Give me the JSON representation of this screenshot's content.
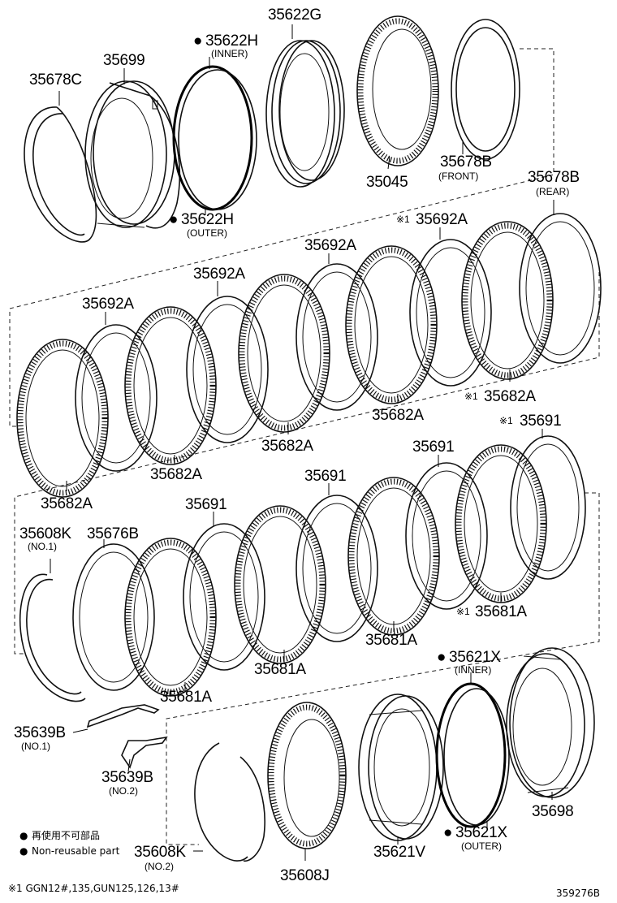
{
  "labels": {
    "p35678C": "35678C",
    "p35699": "35699",
    "p35622H_inner": "35622H",
    "p35622H_inner_note": "(INNER)",
    "p35622G": "35622G",
    "p35622H_outer": "35622H",
    "p35622H_outer_note": "(OUTER)",
    "p35045": "35045",
    "p35678B_front": "35678B",
    "p35678B_front_note": "(FRONT)",
    "p35678B_rear": "35678B",
    "p35678B_rear_note": "(REAR)",
    "p35692A_1": "35692A",
    "p35692A_2": "35692A",
    "p35692A_3": "35692A",
    "p35692A_4": "35692A",
    "p35682A_1": "35682A",
    "p35682A_2": "35682A",
    "p35682A_3": "35682A",
    "p35682A_4": "35682A",
    "p35682A_5": "35682A",
    "p35691_1": "35691",
    "p35691_2": "35691",
    "p35691_3": "35691",
    "p35691_4": "35691",
    "p35608K_1": "35608K",
    "p35608K_1_note": "(NO.1)",
    "p35676B": "35676B",
    "p35681A_1": "35681A",
    "p35681A_2": "35681A",
    "p35681A_3": "35681A",
    "p35681A_4": "35681A",
    "p35621X_inner": "35621X",
    "p35621X_inner_note": "(INNER)",
    "p35621X_outer": "35621X",
    "p35621X_outer_note": "(OUTER)",
    "p35639B_1": "35639B",
    "p35639B_1_note": "(NO.1)",
    "p35639B_2": "35639B",
    "p35639B_2_note": "(NO.2)",
    "p35608K_2": "35608K",
    "p35608K_2_note": "(NO.2)",
    "p35608J": "35608J",
    "p35621V": "35621V",
    "p35698": "35698"
  },
  "marks": {
    "bullet": "●",
    "ref_mark": "※1"
  },
  "legend": {
    "non_reusable_jp": "再使用不可部品",
    "non_reusable_en": "Non-reusable part",
    "footnote": "※1 GGN12#,135,GUN125,126,13#"
  },
  "diagram_code": "359276B"
}
